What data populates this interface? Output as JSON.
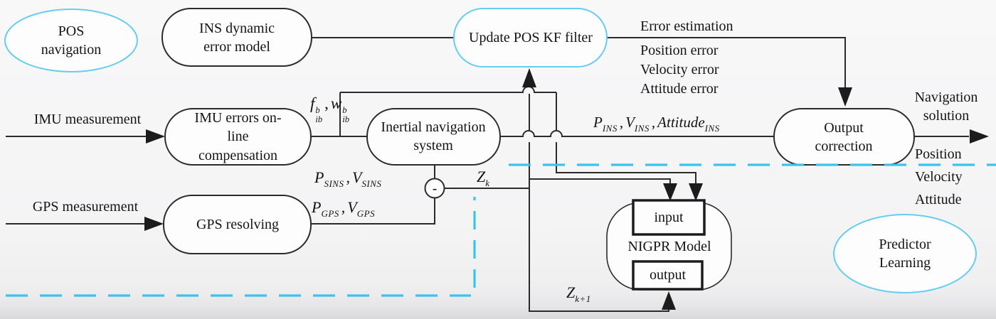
{
  "colors": {
    "accent_cyan": "#3bc3ee",
    "ellipse_cyan": "#66cdee",
    "line_black": "#2b2b2b",
    "box_fill": "#fdfdfe"
  },
  "nodes": {
    "pos_navigation": "POS navigation",
    "ins_dynamic_error_model": "INS dynamic error model",
    "update_pos_kf_filter": "Update POS KF filter",
    "imu_errors_compensation": "IMU errors on-line compensation",
    "inertial_navigation_system": "Inertial navigation system",
    "gps_resolving": "GPS resolving",
    "output_correction": "Output correction",
    "nigpr_model": "NIGPR Model",
    "nigpr_input": "input",
    "nigpr_output": "output",
    "predictor_learning": "Predictor Learning",
    "minus_junction": "-"
  },
  "labels": {
    "imu_measurement": "IMU measurement",
    "gps_measurement": "GPS measurement",
    "error_estimation": "Error estimation",
    "position_error": "Position error",
    "velocity_error": "Velocity error",
    "attitude_error": "Attitude error",
    "navigation_solution": "Navigation solution",
    "position": "Position",
    "velocity": "Velocity",
    "attitude": "Attitude"
  },
  "math": {
    "comma": ",",
    "f": {
      "base": "f",
      "sup": "b",
      "sub": "ib"
    },
    "w": {
      "base": "w",
      "sup": "b",
      "sub": "ib"
    },
    "p_ins": {
      "base": "P",
      "sub": "INS"
    },
    "v_ins": {
      "base": "V",
      "sub": "INS"
    },
    "attitude_ins": {
      "base": "Attitude",
      "sub": "INS"
    },
    "p_sins": {
      "base": "P",
      "sub": "SINS"
    },
    "v_sins": {
      "base": "V",
      "sub": "SINS"
    },
    "p_gps": {
      "base": "P",
      "sub": "GPS"
    },
    "v_gps": {
      "base": "V",
      "sub": "GPS"
    },
    "z_k": {
      "base": "Z",
      "sub": "k"
    },
    "z_k_plus_1": {
      "base": "Z",
      "sub": "k+1"
    }
  }
}
